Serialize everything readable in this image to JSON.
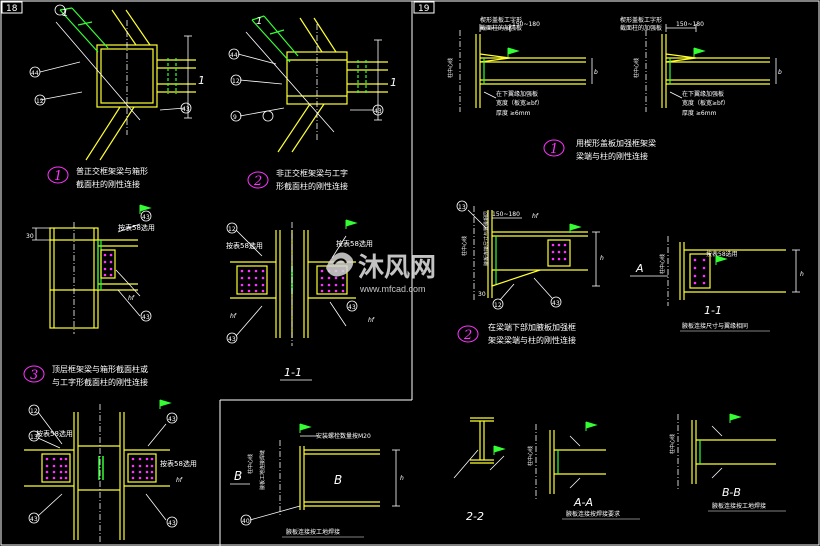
{
  "sheet_numbers": {
    "left": "18",
    "right": "19"
  },
  "colors": {
    "background": "#000000",
    "frame": "#ffffff",
    "steel": "#ffff33",
    "weld": "#33ff33",
    "bolt": "#ff33ff",
    "marker": "#ff33ff",
    "dim": "#ffffff"
  },
  "captions": {
    "c1": {
      "num": "1",
      "line1": "普正交框架梁与箱形",
      "line2": "截面柱的刚性连接"
    },
    "c2": {
      "num": "2",
      "line1": "非正交框架梁与工字",
      "line2": "形截面柱的刚性连接"
    },
    "c3": {
      "num": "3",
      "line1": "顶层框架梁与箱形截面柱或",
      "line2": "与工字形截面柱的刚性连接"
    },
    "c19_1": {
      "num": "1",
      "line1": "用楔形盖板加强框架梁",
      "line2": "梁端与柱的刚性连接"
    },
    "c19_2": {
      "num": "2",
      "line1": "在梁端下部加腋板加强框",
      "line2": "架梁梁端与柱的刚性连接"
    }
  },
  "section_labels": {
    "s11_left": "1-1",
    "s11_right": "1-1",
    "s22": "2-2",
    "saa": "A-A",
    "sbb": "B-B",
    "a_mark": "A",
    "b_mark_left": "B",
    "b_mark_right": "B",
    "sec_mark_1": "1"
  },
  "notes": {
    "bolt_58_a": "按表58选用",
    "bolt_58_b": "按表58选用",
    "bolt_58_c": "按表58选用",
    "bolt_58_d": "按表58选用",
    "bolt_58_e": "按表58选用",
    "bolt_58_f": "按表58选用",
    "install_bolt": "安装螺栓数量按M20",
    "wedge_plate_a": "楔形盖板工字形",
    "wedge_plate_a2": "截面柱的加强板",
    "wedge_plate_b": "楔形盖板工字形",
    "wedge_plate_b2": "截面柱的加强板",
    "lower_plate_a": "在下翼缘加强板",
    "lower_plate_a2": "宽度（板宽≥bf）",
    "lower_plate_a3": "厚度 ≥6mm",
    "lower_plate_b": "在下翼缘加强板",
    "lower_plate_b2": "宽度（板宽≥bf）",
    "lower_plate_b3": "厚度 ≥6mm",
    "column_center_a": "柱中心线",
    "column_center_b": "柱中心线",
    "column_center_c": "柱中心线",
    "column_center_d": "柱中心线",
    "column_center_e": "柱中心线",
    "dim_150_180_a": "150~180",
    "dim_150_180_b": "150~180",
    "dim_150_180_c": "150~180",
    "dim_30": "30",
    "dim_30_b": "30",
    "haunch_note": "腋板连接尺寸与翼缘相同",
    "haunch_bolt": "腋板连接按工地焊接",
    "caption_aa": "腋板连接按焊接要求",
    "caption_bb": "腋板连接按工地焊接",
    "shop_weld": "腋板工地连接焊缝"
  },
  "weld_symbols": {
    "w12": "12",
    "w13": "13",
    "w42": "42",
    "w43": "43",
    "w44": "44",
    "w9": "9",
    "w40": "40"
  },
  "dim_symbols": {
    "hf": "hf",
    "h": "h",
    "b": "b"
  },
  "watermark": {
    "name": "沐风网",
    "url": "www.mfcad.com"
  }
}
